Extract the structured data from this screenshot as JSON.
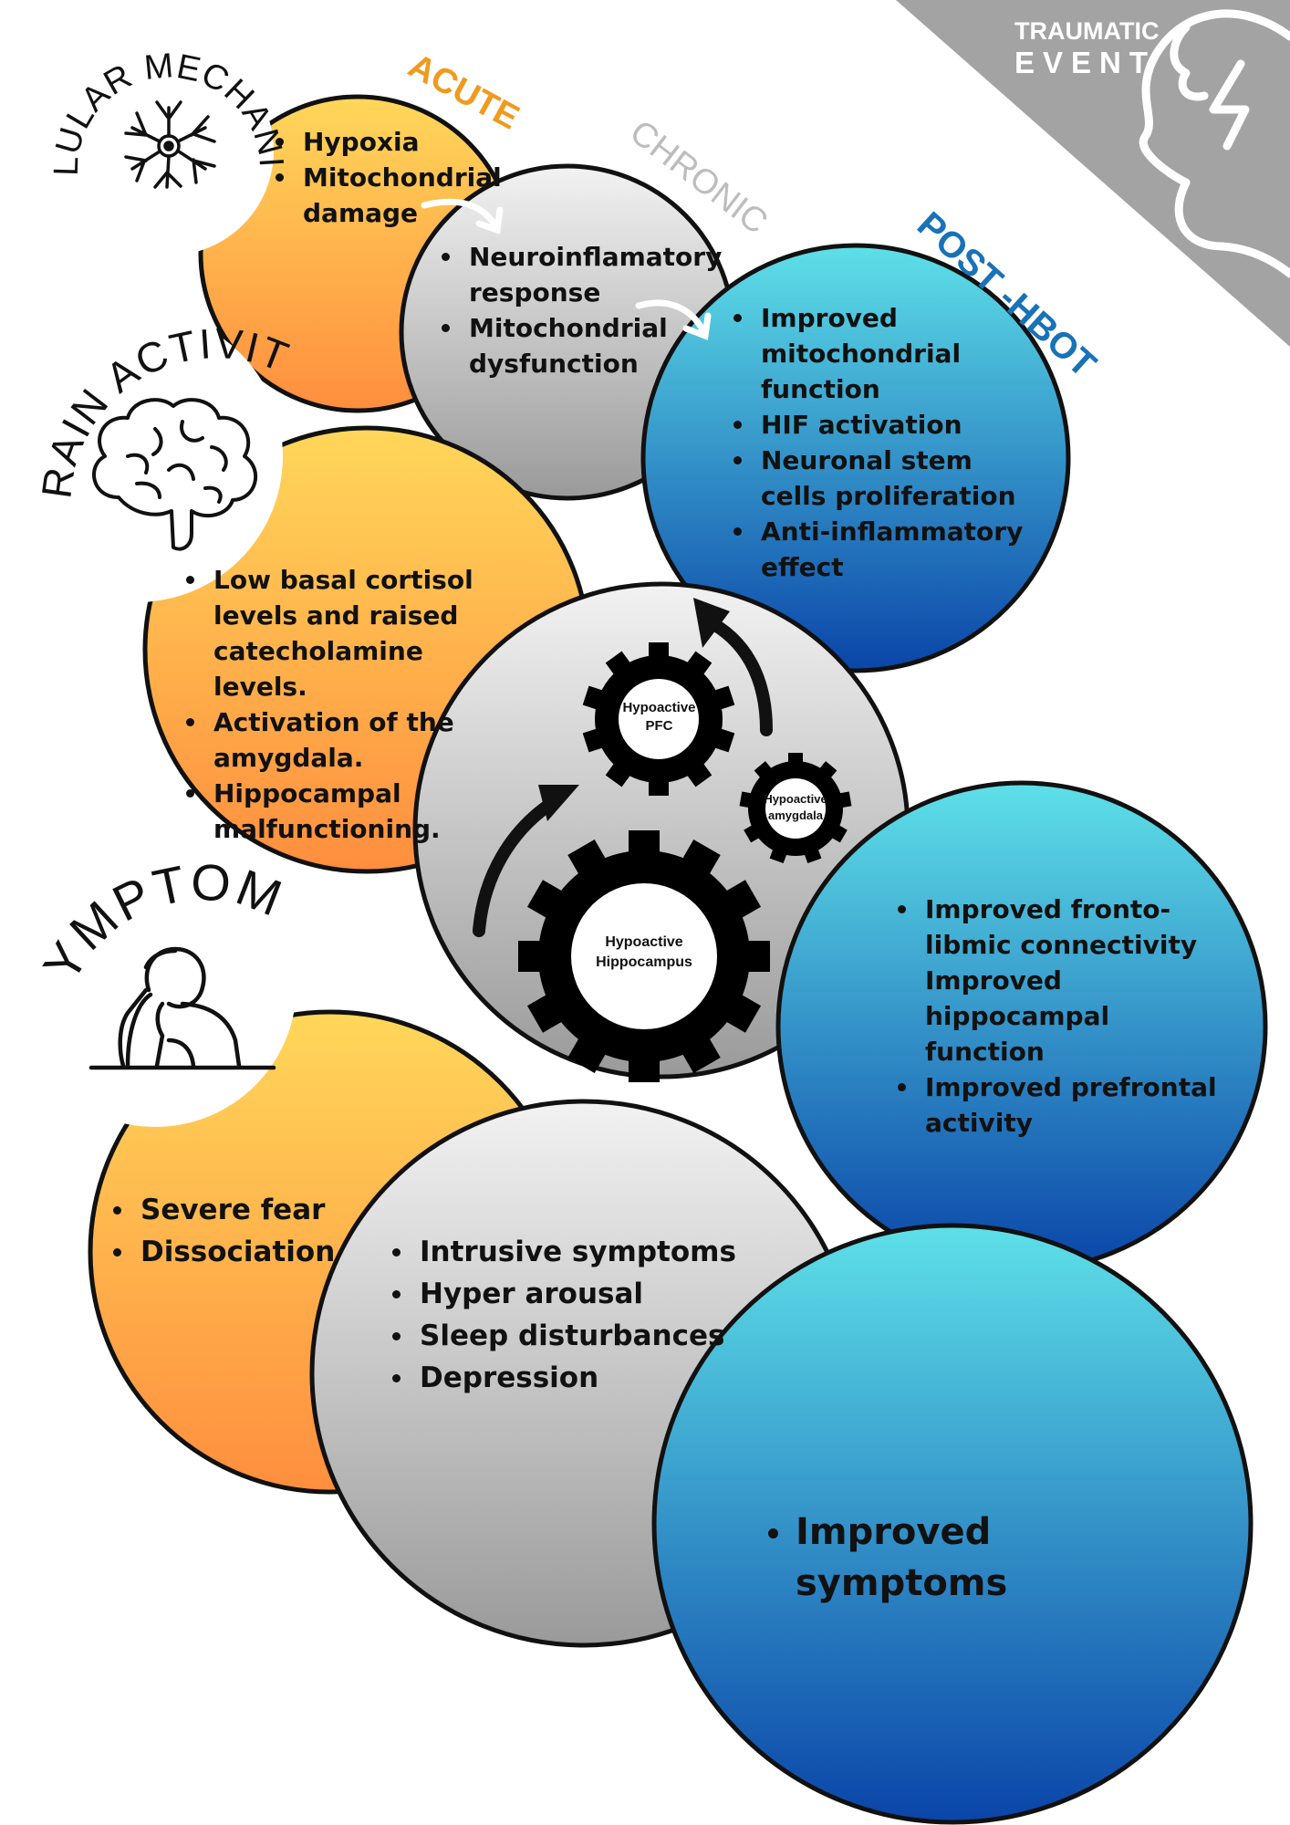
{
  "corner": {
    "line1": "TRAUMATIC",
    "line2": "EVENT",
    "icon": "head-lightning-icon"
  },
  "sections": {
    "cellular": {
      "title": "CELLULAR MECHANISMS",
      "icon": "neuron-icon"
    },
    "brain": {
      "title": "BRAIN ACTIVITY",
      "icon": "brain-icon"
    },
    "symptoms": {
      "title": "SYMPTOMS",
      "icon": "person-thinking-icon"
    }
  },
  "stages": {
    "acute": "ACUTE",
    "chronic": "CHRONIC",
    "post_hbot": "POST -HBOT"
  },
  "cellular": {
    "acute": [
      "Hypoxia",
      "Mitochondrial damage"
    ],
    "chronic": [
      "Neuroinflamatory response",
      "Mitochondrial dysfunction"
    ],
    "post_hbot": [
      "Improved mitochondrial function",
      "HIF activation",
      "Neuronal stem cells proliferation",
      "Anti-inflammatory effect"
    ]
  },
  "brain": {
    "acute": [
      "Low basal cortisol levels and raised catecholamine levels.",
      "Activation of the amygdala.",
      "Hippocampal malfunctioning."
    ],
    "gears": {
      "pfc": "Hypoactive PFC",
      "amygdala": "Hypoactive amygdala",
      "hippocampus": "Hypoactive Hippocampus"
    },
    "post_hbot": {
      "b1": "Improved fronto-libmic connectivity",
      "line2": "Improved hippocampal function",
      "b2": "Improved prefrontal activity"
    }
  },
  "symptoms": {
    "acute": [
      "Severe fear",
      "Dissociation"
    ],
    "chronic": [
      "Intrusive symptoms",
      "Hyper arousal",
      "Sleep disturbances",
      "Depression"
    ],
    "post_hbot": [
      "Improved symptoms"
    ]
  },
  "colors": {
    "acute_top": "#FFD75A",
    "acute_bottom": "#FF8E3E",
    "chronic_top": "#F2F2F2",
    "chronic_bottom": "#9A9A9A",
    "hbot_top": "#5EE0E8",
    "hbot_bottom": "#0A45A8",
    "acute_label": "#F09A1E",
    "chronic_label": "#BDBDBD",
    "hbot_label": "#1872B8",
    "corner_bg": "#A3A3A3"
  }
}
